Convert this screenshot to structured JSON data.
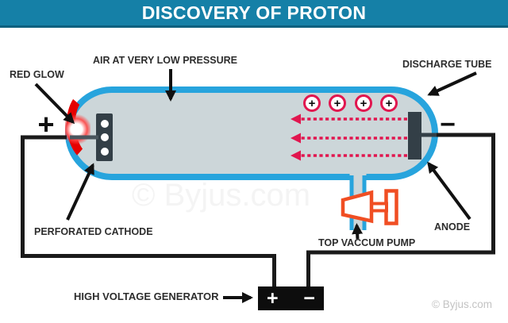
{
  "header": {
    "title": "DISCOVERY OF PROTON"
  },
  "labels": {
    "red_glow": "RED GLOW",
    "air": "AIR AT VERY LOW PRESSURE",
    "discharge_tube": "DISCHARGE TUBE",
    "perforated_cathode": "PERFORATED CATHODE",
    "anode": "ANODE",
    "vacuum_pump": "TOP VACCUM PUMP",
    "generator": "HIGH VOLTAGE GENERATOR"
  },
  "signs": {
    "cathode_terminal": "+",
    "anode_terminal": "−"
  },
  "battery": {
    "plus": "+",
    "minus": "−"
  },
  "tube": {
    "proton_symbol": "+",
    "proton_count": 4,
    "beam_row_count": 3
  },
  "watermark": {
    "center": "© Byjus.com",
    "bottom_right": "© Byjus.com"
  },
  "colors": {
    "header_teal": "#1580a7",
    "header_border": "#0e607f",
    "tube_blue": "#27a4dd",
    "tube_fill": "#ccd6d9",
    "beam_crimson": "#e1164f",
    "pump_orange": "#f04e23",
    "electrode_slate": "#333f47",
    "glow_red": "#e60000",
    "wire_black": "#1a1a1a"
  }
}
